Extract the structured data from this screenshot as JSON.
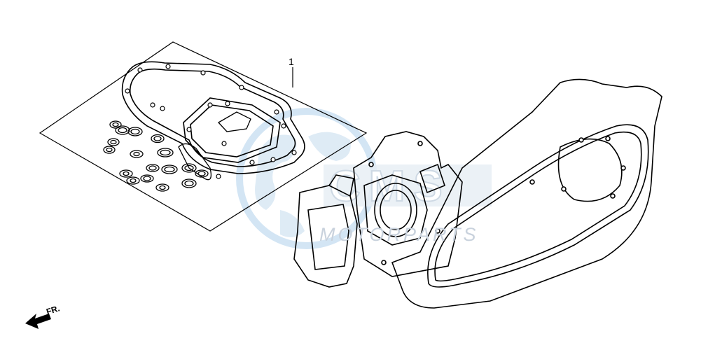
{
  "diagram": {
    "callout_number": "1",
    "front_label": "FR."
  },
  "watermark": {
    "brand": "CMS",
    "text": "MOTORPARTS",
    "colors": {
      "globe": "#cfe3f3",
      "text": "#c9d2dd"
    }
  },
  "icons": {
    "front_arrow": "arrow-left-icon"
  }
}
